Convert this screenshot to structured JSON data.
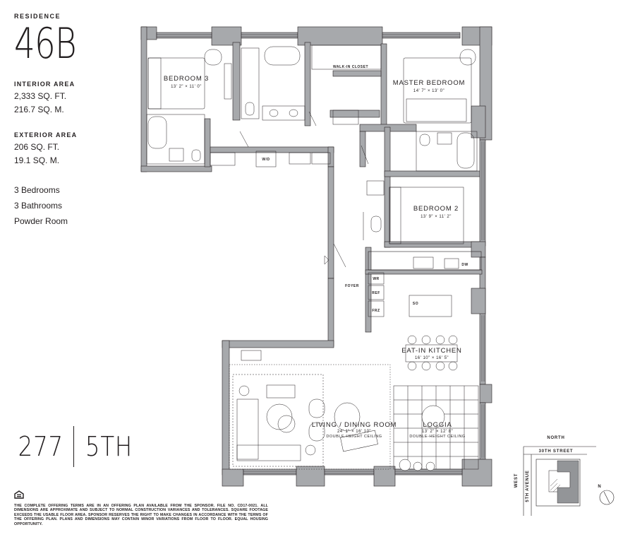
{
  "residence": {
    "label": "RESIDENCE",
    "number": "46B"
  },
  "interior_area": {
    "heading": "INTERIOR AREA",
    "sqft": "2,333 SQ. FT.",
    "sqm": "216.7 SQ. M."
  },
  "exterior_area": {
    "heading": "EXTERIOR AREA",
    "sqft": "206 SQ. FT.",
    "sqm": "19.1 SQ. M."
  },
  "features": [
    "3 Bedrooms",
    "3 Bathrooms",
    "Powder Room"
  ],
  "brand": {
    "number": "277",
    "street": "5TH"
  },
  "disclaimer": "THE COMPLETE OFFERING TERMS ARE IN AN OFFERING PLAN AVAILABLE FROM THE SPONSOR. FILE NO. CD17-0021. ALL DIMENSIONS ARE APPROXIMATE AND SUBJECT TO NORMAL CONSTRUCTION VARIANCES AND TOLERANCES. SQUARE FOOTAGE EXCEEDS THE USABLE FLOOR AREA. SPONSOR RESERVES THE RIGHT TO MAKE CHANGES IN ACCORDANCE WITH THE TERMS OF THE OFFERING PLAN. PLANS AND DIMENSIONS MAY CONTAIN MINOR VARIATIONS FROM FLOOR TO FLOOR. EQUAL HOUSING OPPORTUNITY.",
  "rooms": {
    "bedroom3": {
      "name": "BEDROOM 3",
      "dims": "13' 2\" × 11' 0\""
    },
    "master": {
      "name": "MASTER BEDROOM",
      "dims": "14' 7\" × 13' 0\""
    },
    "bedroom2": {
      "name": "BEDROOM 2",
      "dims": "13' 9\" × 11' 2\""
    },
    "kitchen": {
      "name": "EAT-IN KITCHEN",
      "dims": "16' 10\" × 16' 5\""
    },
    "living": {
      "name": "LIVING / DINING ROOM",
      "dims": "24' 1\" × 16' 10\"",
      "note": "DOUBLE-HEIGHT CEILING"
    },
    "loggia": {
      "name": "LOGGIA",
      "dims": "13' 2\" × 12' 8\"",
      "note": "DOUBLE-HEIGHT CEILING"
    }
  },
  "labels": {
    "walk_in_closet": "WALK-IN CLOSET",
    "wd": "W/D",
    "foyer": "FOYER",
    "wr": "WR",
    "ref": "REF",
    "frz": "FRZ",
    "dw": "DW",
    "so": "SO"
  },
  "key_plan": {
    "north": "NORTH",
    "street": "30TH STREET",
    "west": "WEST",
    "avenue": "5TH AVENUE",
    "compass": "N"
  },
  "colors": {
    "wall": "#a7a9ac",
    "line": "#231f20",
    "key_unit": "#939598"
  }
}
